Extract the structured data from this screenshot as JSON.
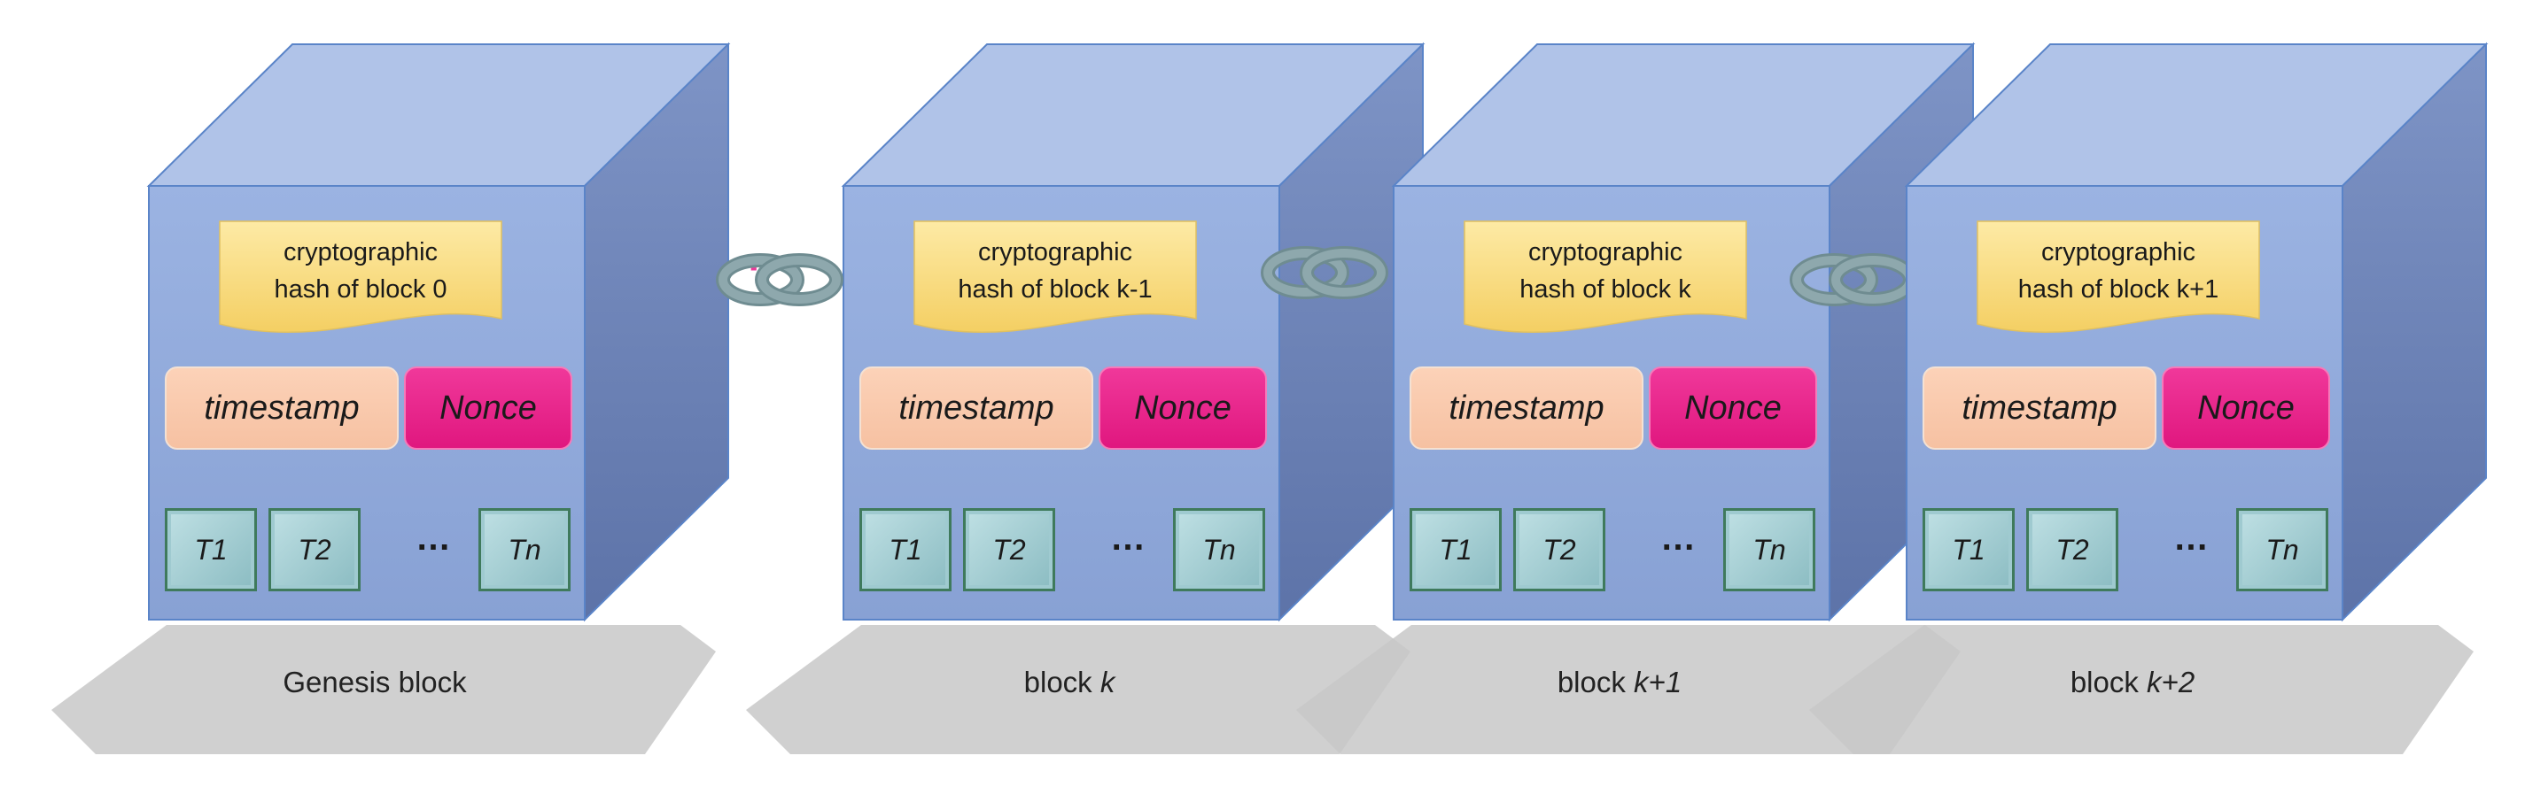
{
  "colors": {
    "cube_front": "#8fa8da",
    "cube_top": "#b0c3e8",
    "cube_side": "#6f84b8",
    "cube_edge": "#5a84c8",
    "hash_note": "#fbe087",
    "timestamp": "#f8c9ad",
    "nonce": "#e8288c",
    "transaction": "#9ccacf",
    "chain_link": "#8ea8ad",
    "dots": "#ee3a9a",
    "shadow": "#c8c8c8"
  },
  "connector": {
    "dots": "···"
  },
  "blocks": [
    {
      "hash_line1": "cryptographic",
      "hash_line2": "hash of  block 0",
      "timestamp": "timestamp",
      "nonce": "Nonce",
      "tx": [
        "T1",
        "T2",
        "…",
        "Tn"
      ],
      "label": "Genesis block",
      "label_italic": ""
    },
    {
      "hash_line1": "cryptographic",
      "hash_line2": "hash of  block k-1",
      "timestamp": "timestamp",
      "nonce": "Nonce",
      "tx": [
        "T1",
        "T2",
        "…",
        "Tn"
      ],
      "label": "block ",
      "label_italic": "k"
    },
    {
      "hash_line1": "cryptographic",
      "hash_line2": "hash of  block k",
      "timestamp": "timestamp",
      "nonce": "Nonce",
      "tx": [
        "T1",
        "T2",
        "…",
        "Tn"
      ],
      "label": "block ",
      "label_italic": "k+1"
    },
    {
      "hash_line1": "cryptographic",
      "hash_line2": "hash of  block k+1",
      "timestamp": "timestamp",
      "nonce": "Nonce",
      "tx": [
        "T1",
        "T2",
        "…",
        "Tn"
      ],
      "label": "block ",
      "label_italic": "k+2"
    }
  ]
}
